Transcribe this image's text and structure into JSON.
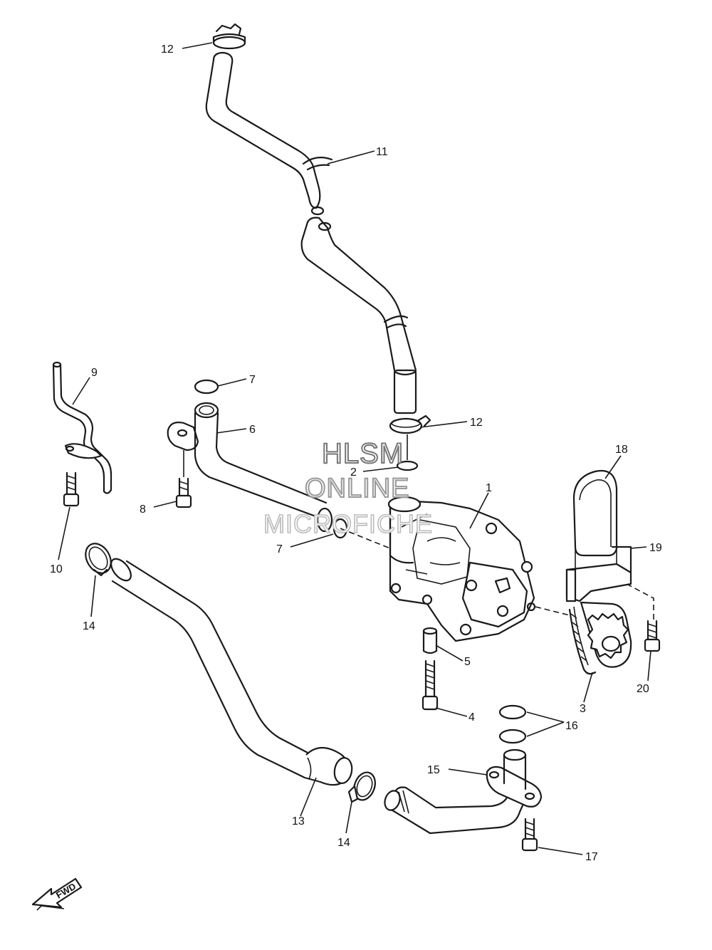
{
  "watermark": {
    "line1": "HLSM",
    "line2": "ONLINE",
    "line3": "MICROFICHE"
  },
  "direction_arrow": {
    "label": "FWD"
  },
  "callouts": [
    {
      "id": "c12a",
      "text": "12"
    },
    {
      "id": "c11",
      "text": "11"
    },
    {
      "id": "c12b",
      "text": "12"
    },
    {
      "id": "c9",
      "text": "9"
    },
    {
      "id": "c7a",
      "text": "7"
    },
    {
      "id": "c6",
      "text": "6"
    },
    {
      "id": "c2",
      "text": "2"
    },
    {
      "id": "c8",
      "text": "8"
    },
    {
      "id": "c10",
      "text": "10"
    },
    {
      "id": "c7b",
      "text": "7"
    },
    {
      "id": "c1",
      "text": "1"
    },
    {
      "id": "c18",
      "text": "18"
    },
    {
      "id": "c19",
      "text": "19"
    },
    {
      "id": "c14a",
      "text": "14"
    },
    {
      "id": "c5",
      "text": "5"
    },
    {
      "id": "c20",
      "text": "20"
    },
    {
      "id": "c3",
      "text": "3"
    },
    {
      "id": "c4",
      "text": "4"
    },
    {
      "id": "c16",
      "text": "16"
    },
    {
      "id": "c15",
      "text": "15"
    },
    {
      "id": "c13",
      "text": "13"
    },
    {
      "id": "c14b",
      "text": "14"
    },
    {
      "id": "c17",
      "text": "17"
    }
  ]
}
